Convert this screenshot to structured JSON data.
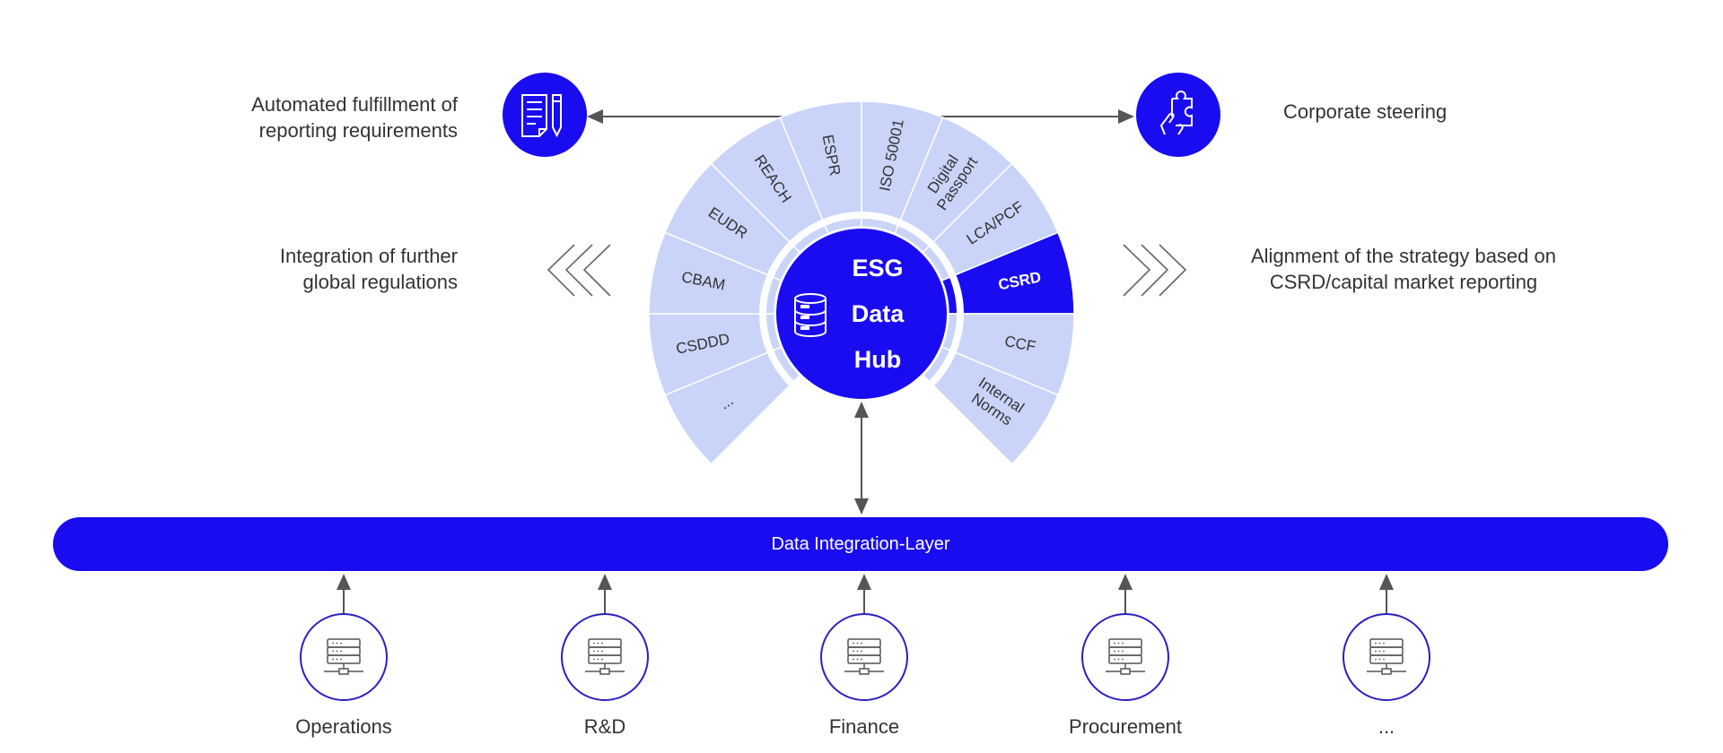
{
  "colors": {
    "accent": "#1a0cf0",
    "segment": "#c9d4f8",
    "line": "#555555"
  },
  "top_left": {
    "icon": "document-pencil-icon",
    "lines": [
      "Automated fulfillment of",
      "reporting requirements"
    ]
  },
  "top_right": {
    "icon": "puzzle-hand-icon",
    "label": "Corporate steering"
  },
  "left_note": {
    "lines": [
      "Integration of further",
      "global regulations"
    ]
  },
  "right_note": {
    "lines": [
      "Alignment of the strategy based on",
      "CSRD/capital market reporting"
    ]
  },
  "hub": {
    "icon": "database-icon",
    "lines": [
      "ESG",
      "Data",
      "Hub"
    ]
  },
  "segments": [
    {
      "label": "...",
      "highlight": false
    },
    {
      "label": "CSDDD",
      "highlight": false
    },
    {
      "label": "CBAM",
      "highlight": false
    },
    {
      "label": "EUDR",
      "highlight": false
    },
    {
      "label": "REACH",
      "highlight": false
    },
    {
      "label": "ESPR",
      "highlight": false
    },
    {
      "label": "ISO 50001",
      "highlight": false
    },
    {
      "label": "Digital\nPassport",
      "highlight": false
    },
    {
      "label": "LCA/PCF",
      "highlight": false
    },
    {
      "label": "CSRD",
      "highlight": true
    },
    {
      "label": "CCF",
      "highlight": false
    },
    {
      "label": "Internal\nNorms",
      "highlight": false
    }
  ],
  "integration_layer": {
    "label": "Data Integration-Layer"
  },
  "sources": [
    {
      "label": "Operations",
      "icon": "server-icon"
    },
    {
      "label": "R&D",
      "icon": "server-icon"
    },
    {
      "label": "Finance",
      "icon": "server-icon"
    },
    {
      "label": "Procurement",
      "icon": "server-icon"
    },
    {
      "label": "...",
      "icon": "server-icon"
    }
  ]
}
